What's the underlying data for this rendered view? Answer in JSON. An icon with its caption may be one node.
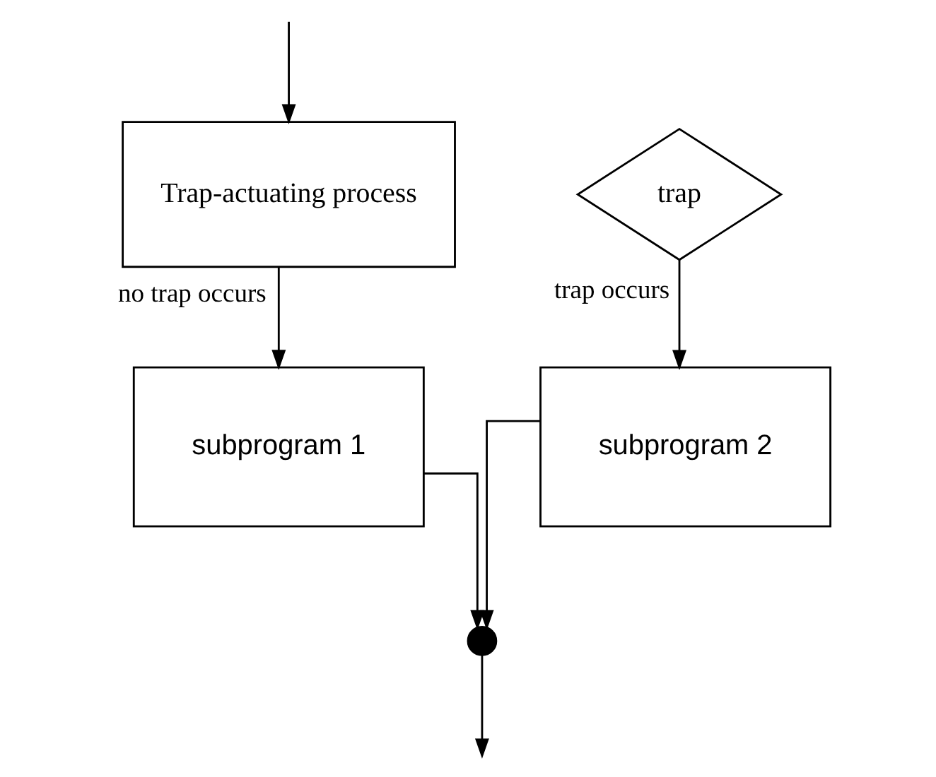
{
  "diagram": {
    "nodes": [
      {
        "text": [
          "Trap-actuating process"
        ]
      },
      {
        "text": [
          "trap"
        ]
      },
      {
        "text": [
          "subprogram 1"
        ]
      },
      {
        "text": [
          "subprogram 2"
        ]
      },
      {
        "text": [],
        "shape": "circle"
      }
    ],
    "edges": [
      {
        "from": null,
        "to": 0,
        "arrow": "to"
      },
      {
        "from": 0,
        "to": 2,
        "arrow": "to",
        "label": "no trap occurs"
      },
      {
        "from": 1,
        "to": 3,
        "arrow": "to",
        "label": "trap occurs"
      },
      {
        "from": 2,
        "to": 4,
        "arrow": "to"
      },
      {
        "from": 3,
        "to": 4,
        "arrow": "to"
      },
      {
        "from": 4,
        "to": null,
        "arrow": "to"
      }
    ]
  }
}
